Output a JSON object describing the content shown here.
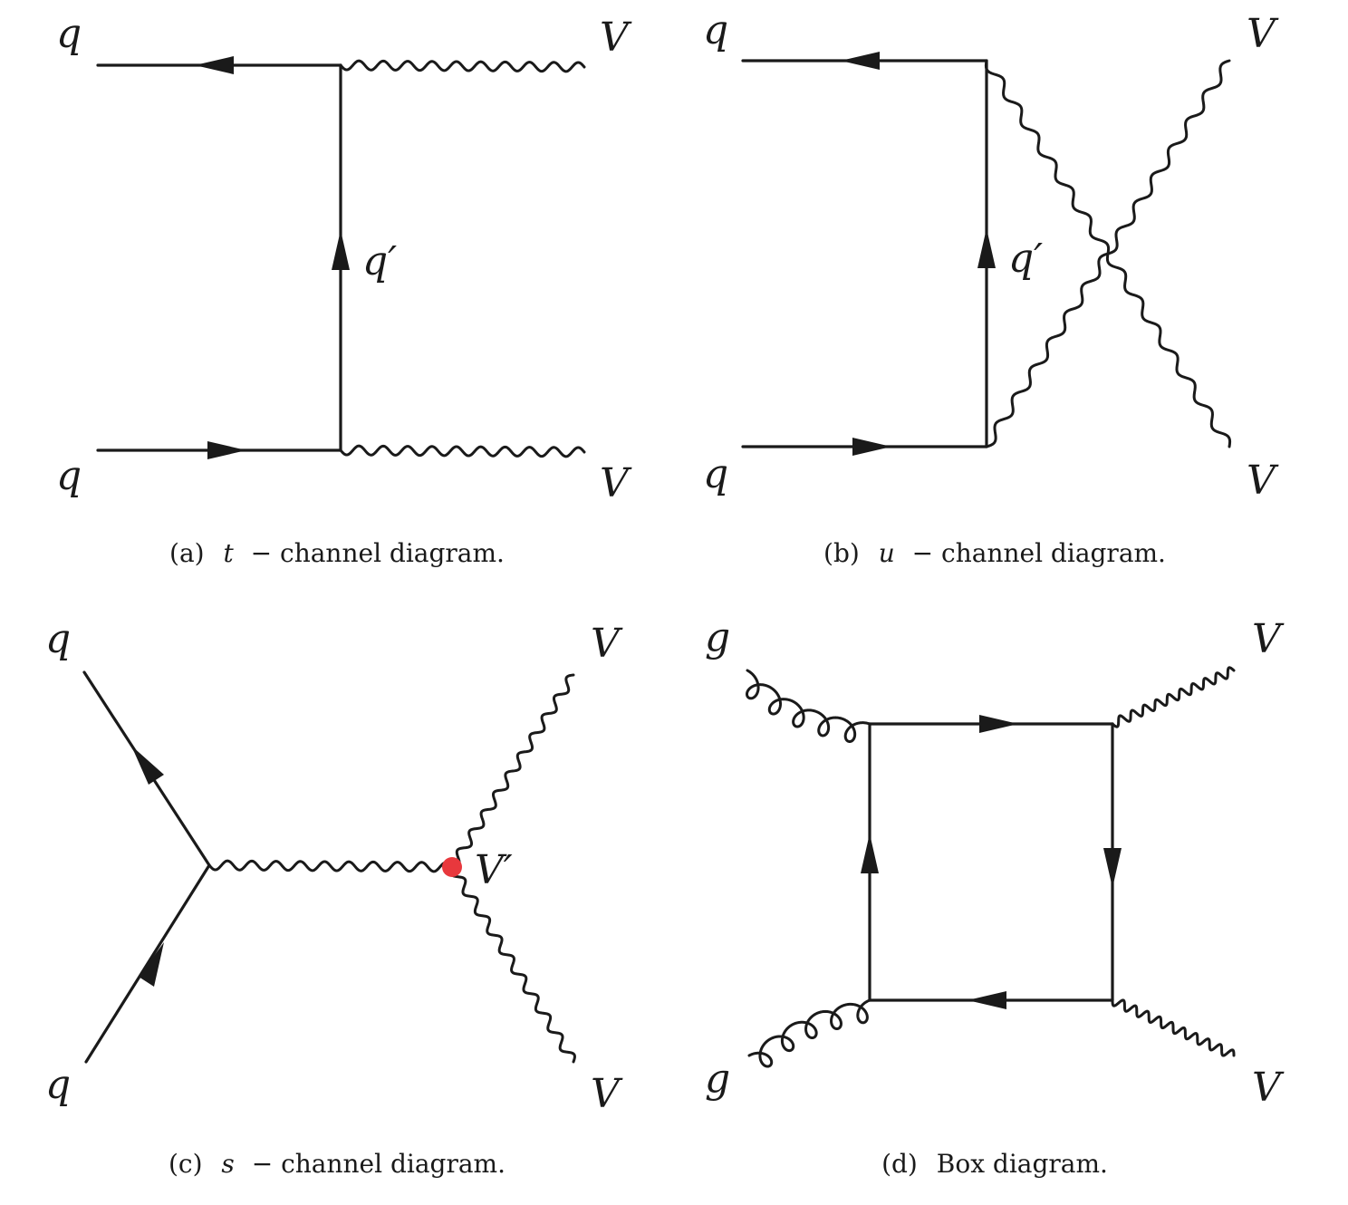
{
  "colors": {
    "ink": "#1a1a1a",
    "vertex_dot": "#e8383d"
  },
  "diagrams": {
    "a": {
      "labels": {
        "top_left": "q",
        "bottom_left": "q",
        "top_right": "V",
        "bottom_right": "V",
        "propagator": "q′"
      },
      "caption": {
        "tag": "(a)",
        "var": "t",
        "text": "− channel diagram."
      }
    },
    "b": {
      "labels": {
        "top_left": "q",
        "bottom_left": "q",
        "top_right": "V",
        "bottom_right": "V",
        "propagator": "q′"
      },
      "caption": {
        "tag": "(b)",
        "var": "u",
        "text": "− channel diagram."
      }
    },
    "c": {
      "labels": {
        "top_left": "q",
        "bottom_left": "q",
        "top_right": "V",
        "bottom_right": "V",
        "propagator": "V′"
      },
      "caption": {
        "tag": "(c)",
        "var": "s",
        "text": "− channel diagram."
      }
    },
    "d": {
      "labels": {
        "top_left": "g",
        "bottom_left": "g",
        "top_right": "V",
        "bottom_right": "V"
      },
      "caption": {
        "tag": "(d)",
        "var": "",
        "text": "Box diagram."
      }
    }
  }
}
